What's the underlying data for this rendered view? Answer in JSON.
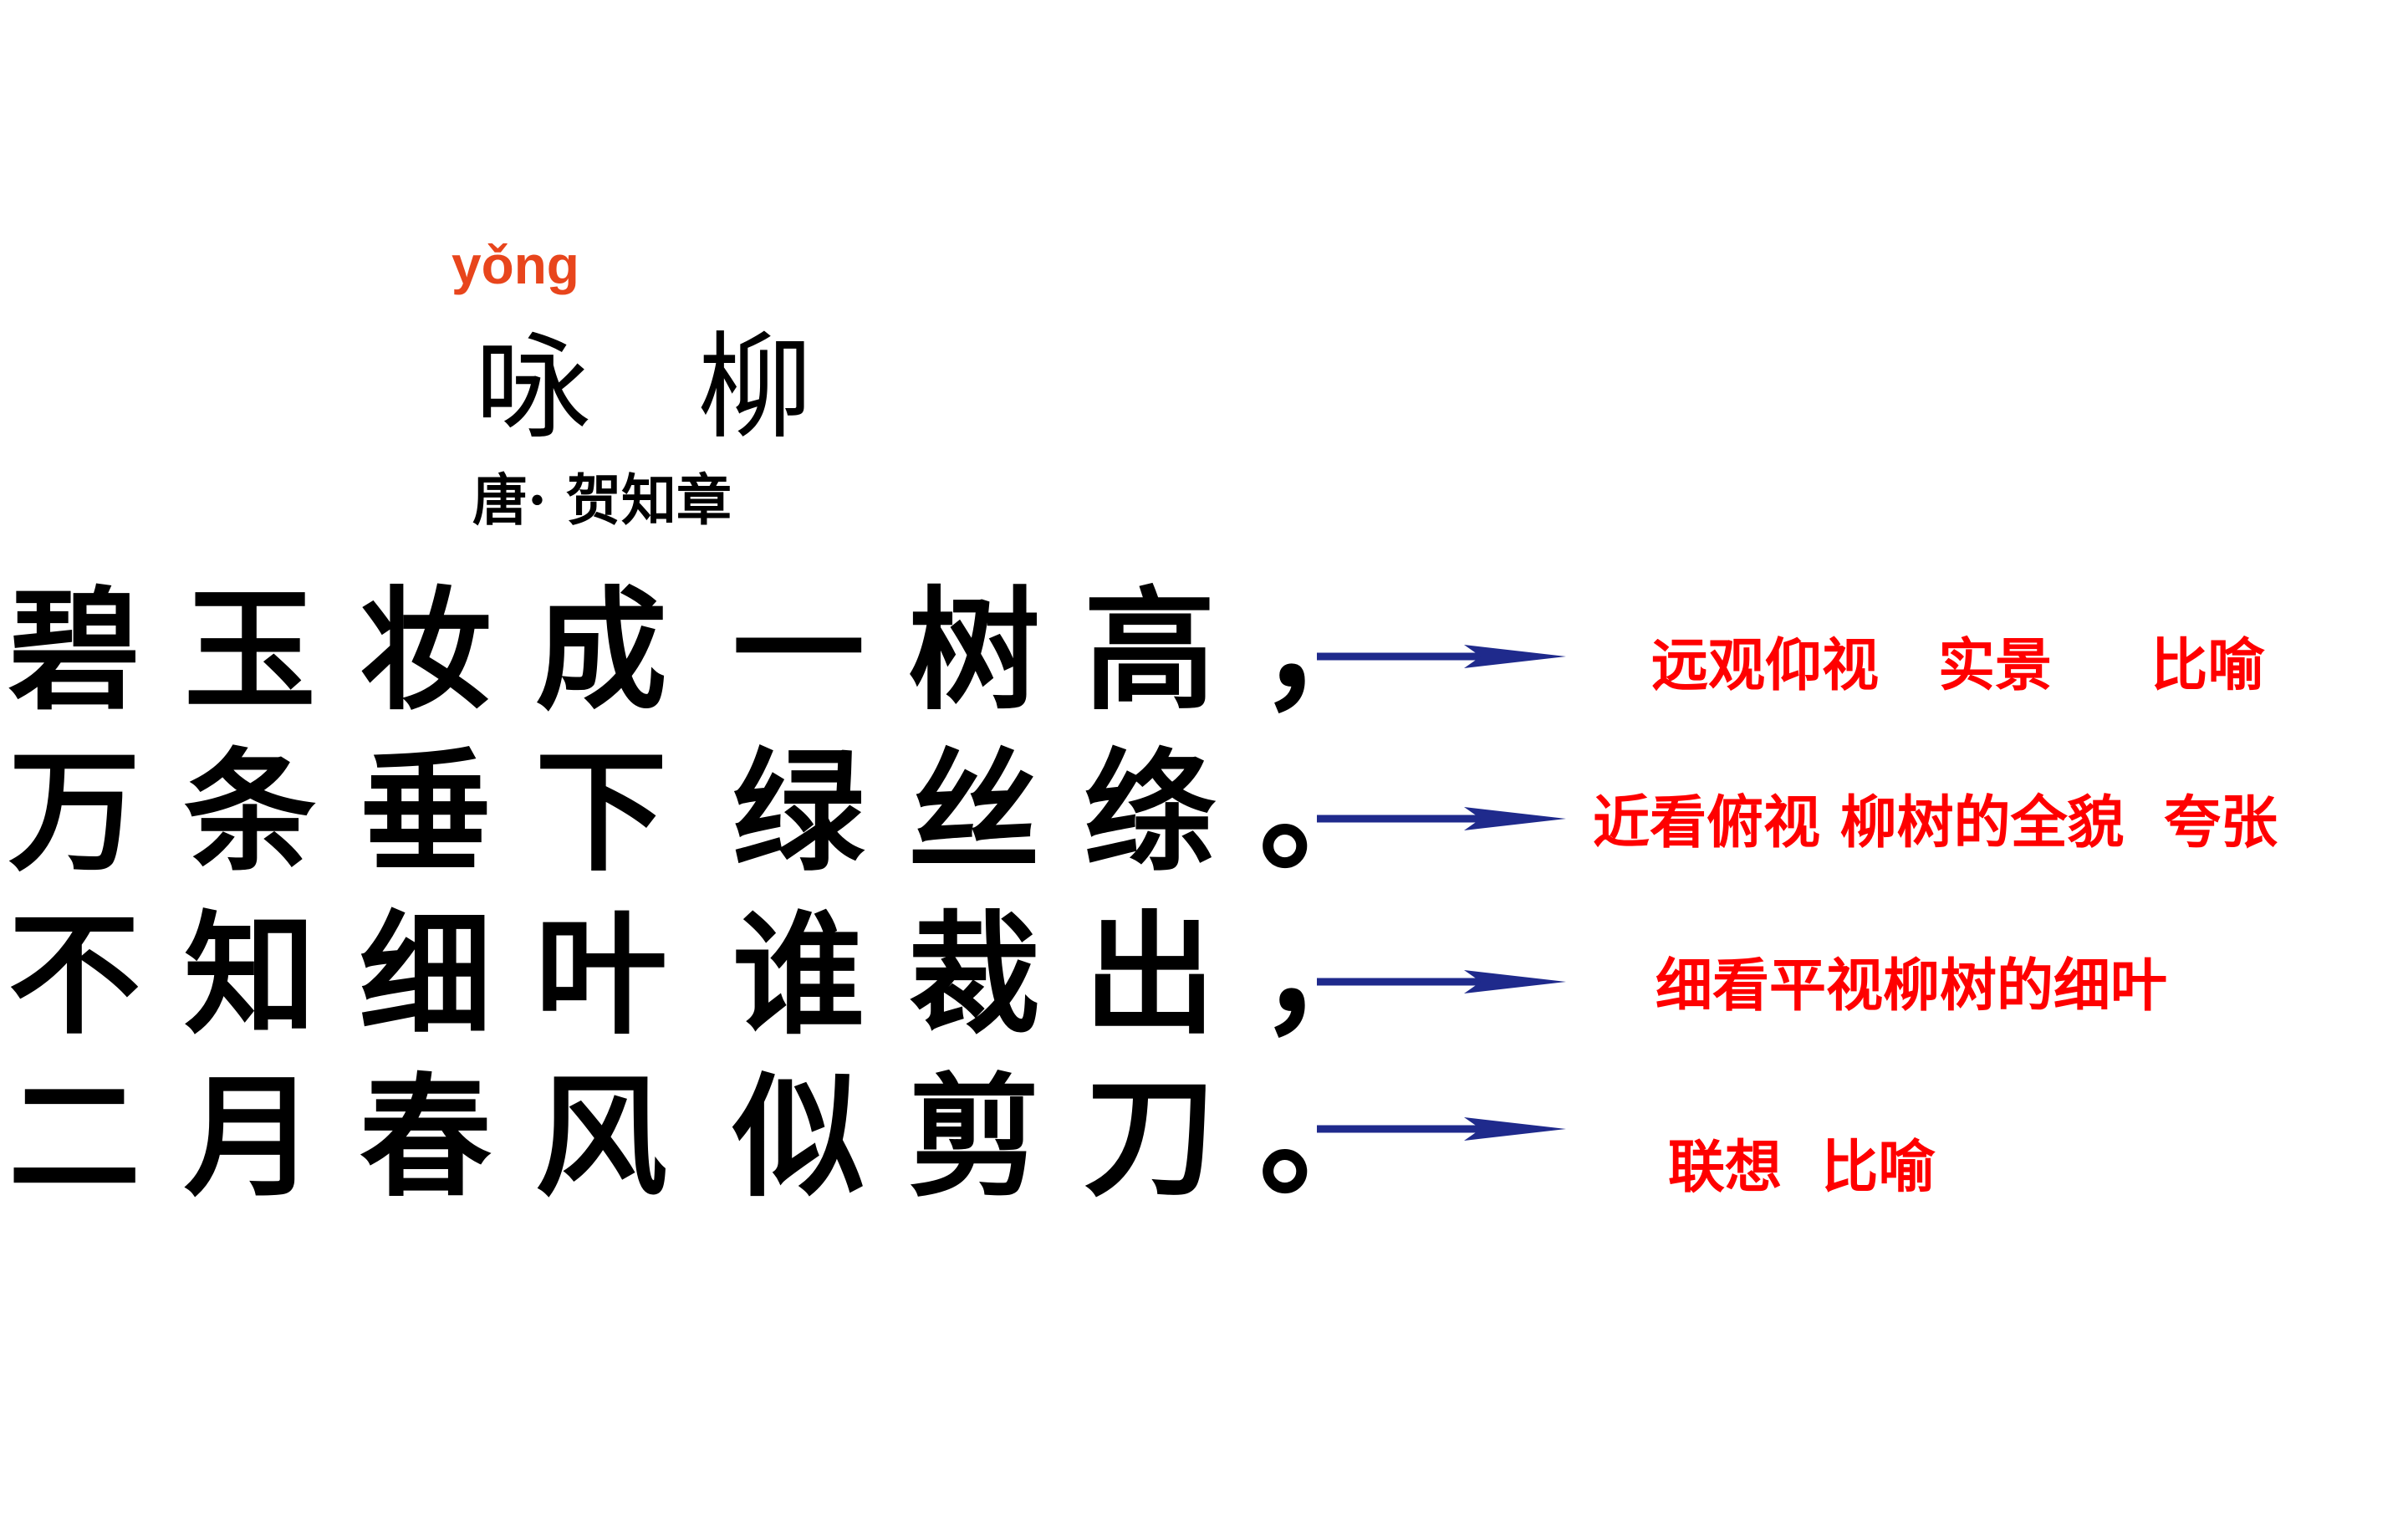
{
  "poem": {
    "pinyin": "yǒng",
    "title": "咏 柳",
    "author": "唐· 贺知章",
    "lines": [
      {
        "first": "碧玉妆成",
        "second": "一树高，"
      },
      {
        "first": "万条垂下",
        "second": "绿丝绦。"
      },
      {
        "first": "不知细叶",
        "second": "谁裁出，"
      },
      {
        "first": "二月春风",
        "second": "似剪刀。"
      }
    ]
  },
  "annotations": [
    "远观仰视   实景     比喻",
    "近看俯视 柳树的全貌  夸张",
    "细看平视柳树的细叶",
    "联想  比喻"
  ],
  "colors": {
    "pinyin": "#e8451c",
    "annotation": "#ff0000",
    "arrow": "#1f2a8c",
    "text": "#000000"
  }
}
